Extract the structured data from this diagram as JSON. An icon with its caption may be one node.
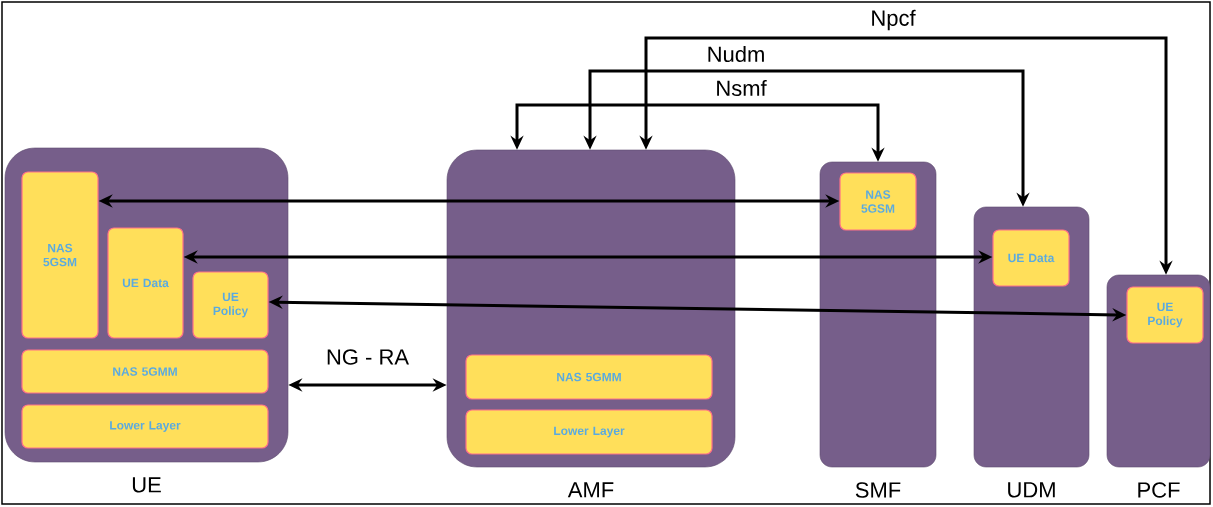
{
  "diagram": {
    "nodes": [
      {
        "text": [
          "UE"
        ]
      },
      {
        "text": [
          "NAS 5GSM"
        ],
        "in": 0
      },
      {
        "text": [
          "UE Data"
        ],
        "in": 0
      },
      {
        "text": [
          "UE Policy"
        ],
        "in": 0
      },
      {
        "text": [
          "NAS 5GMM"
        ],
        "in": 0
      },
      {
        "text": [
          "Lower Layer"
        ],
        "in": 0
      },
      {
        "text": [
          "AMF"
        ]
      },
      {
        "text": [
          "NAS 5GMM"
        ],
        "in": 6
      },
      {
        "text": [
          "Lower Layer"
        ],
        "in": 6
      },
      {
        "text": [
          "SMF"
        ]
      },
      {
        "text": [
          "NAS 5GSM"
        ],
        "in": 9
      },
      {
        "text": [
          "UDM"
        ]
      },
      {
        "text": [
          "UE Data"
        ],
        "in": 11
      },
      {
        "text": [
          "PCF"
        ]
      },
      {
        "text": [
          "UE Policy"
        ],
        "in": 13
      }
    ],
    "edges": [
      {
        "from": 1,
        "to": 10,
        "arrow": "both"
      },
      {
        "from": 2,
        "to": 12,
        "arrow": "both"
      },
      {
        "from": 3,
        "to": 14,
        "arrow": "both"
      },
      {
        "from": 0,
        "to": 6,
        "arrow": "both",
        "label": "NG - RA"
      },
      {
        "from": 6,
        "to": 9,
        "arrow": "both",
        "label": "Nsmf"
      },
      {
        "from": 6,
        "to": 11,
        "arrow": "both",
        "label": "Nudm"
      },
      {
        "from": 6,
        "to": 13,
        "arrow": "both",
        "label": "Npcf"
      }
    ]
  }
}
